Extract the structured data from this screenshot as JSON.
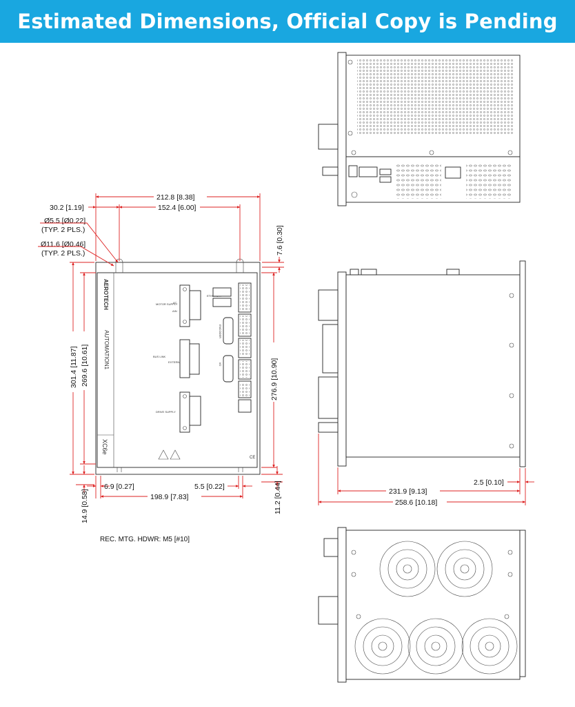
{
  "banner": {
    "title": "Estimated Dimensions, Official Copy is Pending"
  },
  "colors": {
    "banner": "#19a7e0",
    "dimension_line": "#d22222",
    "outline": "#222222"
  },
  "dimensions": {
    "width_overall": "212.8 [8.38]",
    "edge_to_hole": "30.2 [1.19]",
    "hole_spacing": "152.4 [6.00]",
    "slot_small_dia": "Ø5.5 [Ø0.22]",
    "slot_small_note": "(TYP. 2 PLS.)",
    "slot_large_dia": "Ø11.6 [Ø0.46]",
    "slot_large_note": "(TYP. 2 PLS.)",
    "top_offset": "7.6 [0.30]",
    "height_overall": "301.4 [11.87]",
    "height_holes": "269.6 [10.61]",
    "height_body": "276.9 [10.90]",
    "bottom_left_offset": "6.9 [0.27]",
    "bottom_right_offset": "5.5 [0.22]",
    "bottom_width": "198.9 [7.83]",
    "bottom_left_height": "14.9 [0.58]",
    "bottom_right_height": "11.2 [0.44]",
    "depth_body": "231.9 [9.13]",
    "depth_overall": "258.6 [10.18]",
    "flange": "2.5 [0.10]"
  },
  "notes": {
    "mounting_hardware": "REC. MTG. HDWR: M5 [#10]"
  },
  "product": {
    "brand": "AEROTECH",
    "series": "AUTOMATION1",
    "model": "XC6e",
    "ce_mark": "CE",
    "labels": {
      "motor_supply": "MOTOR SUPPLY",
      "ac": "AC",
      "ain": "AIN",
      "bus_link": "BUS LINK",
      "ext_shunt": "EXTERNAL SHUNT",
      "ethercat": "ETHERCAT",
      "drive_supply": "DRIVE SUPPLY",
      "encoder": "ENCODER",
      "io": "I/O"
    }
  }
}
